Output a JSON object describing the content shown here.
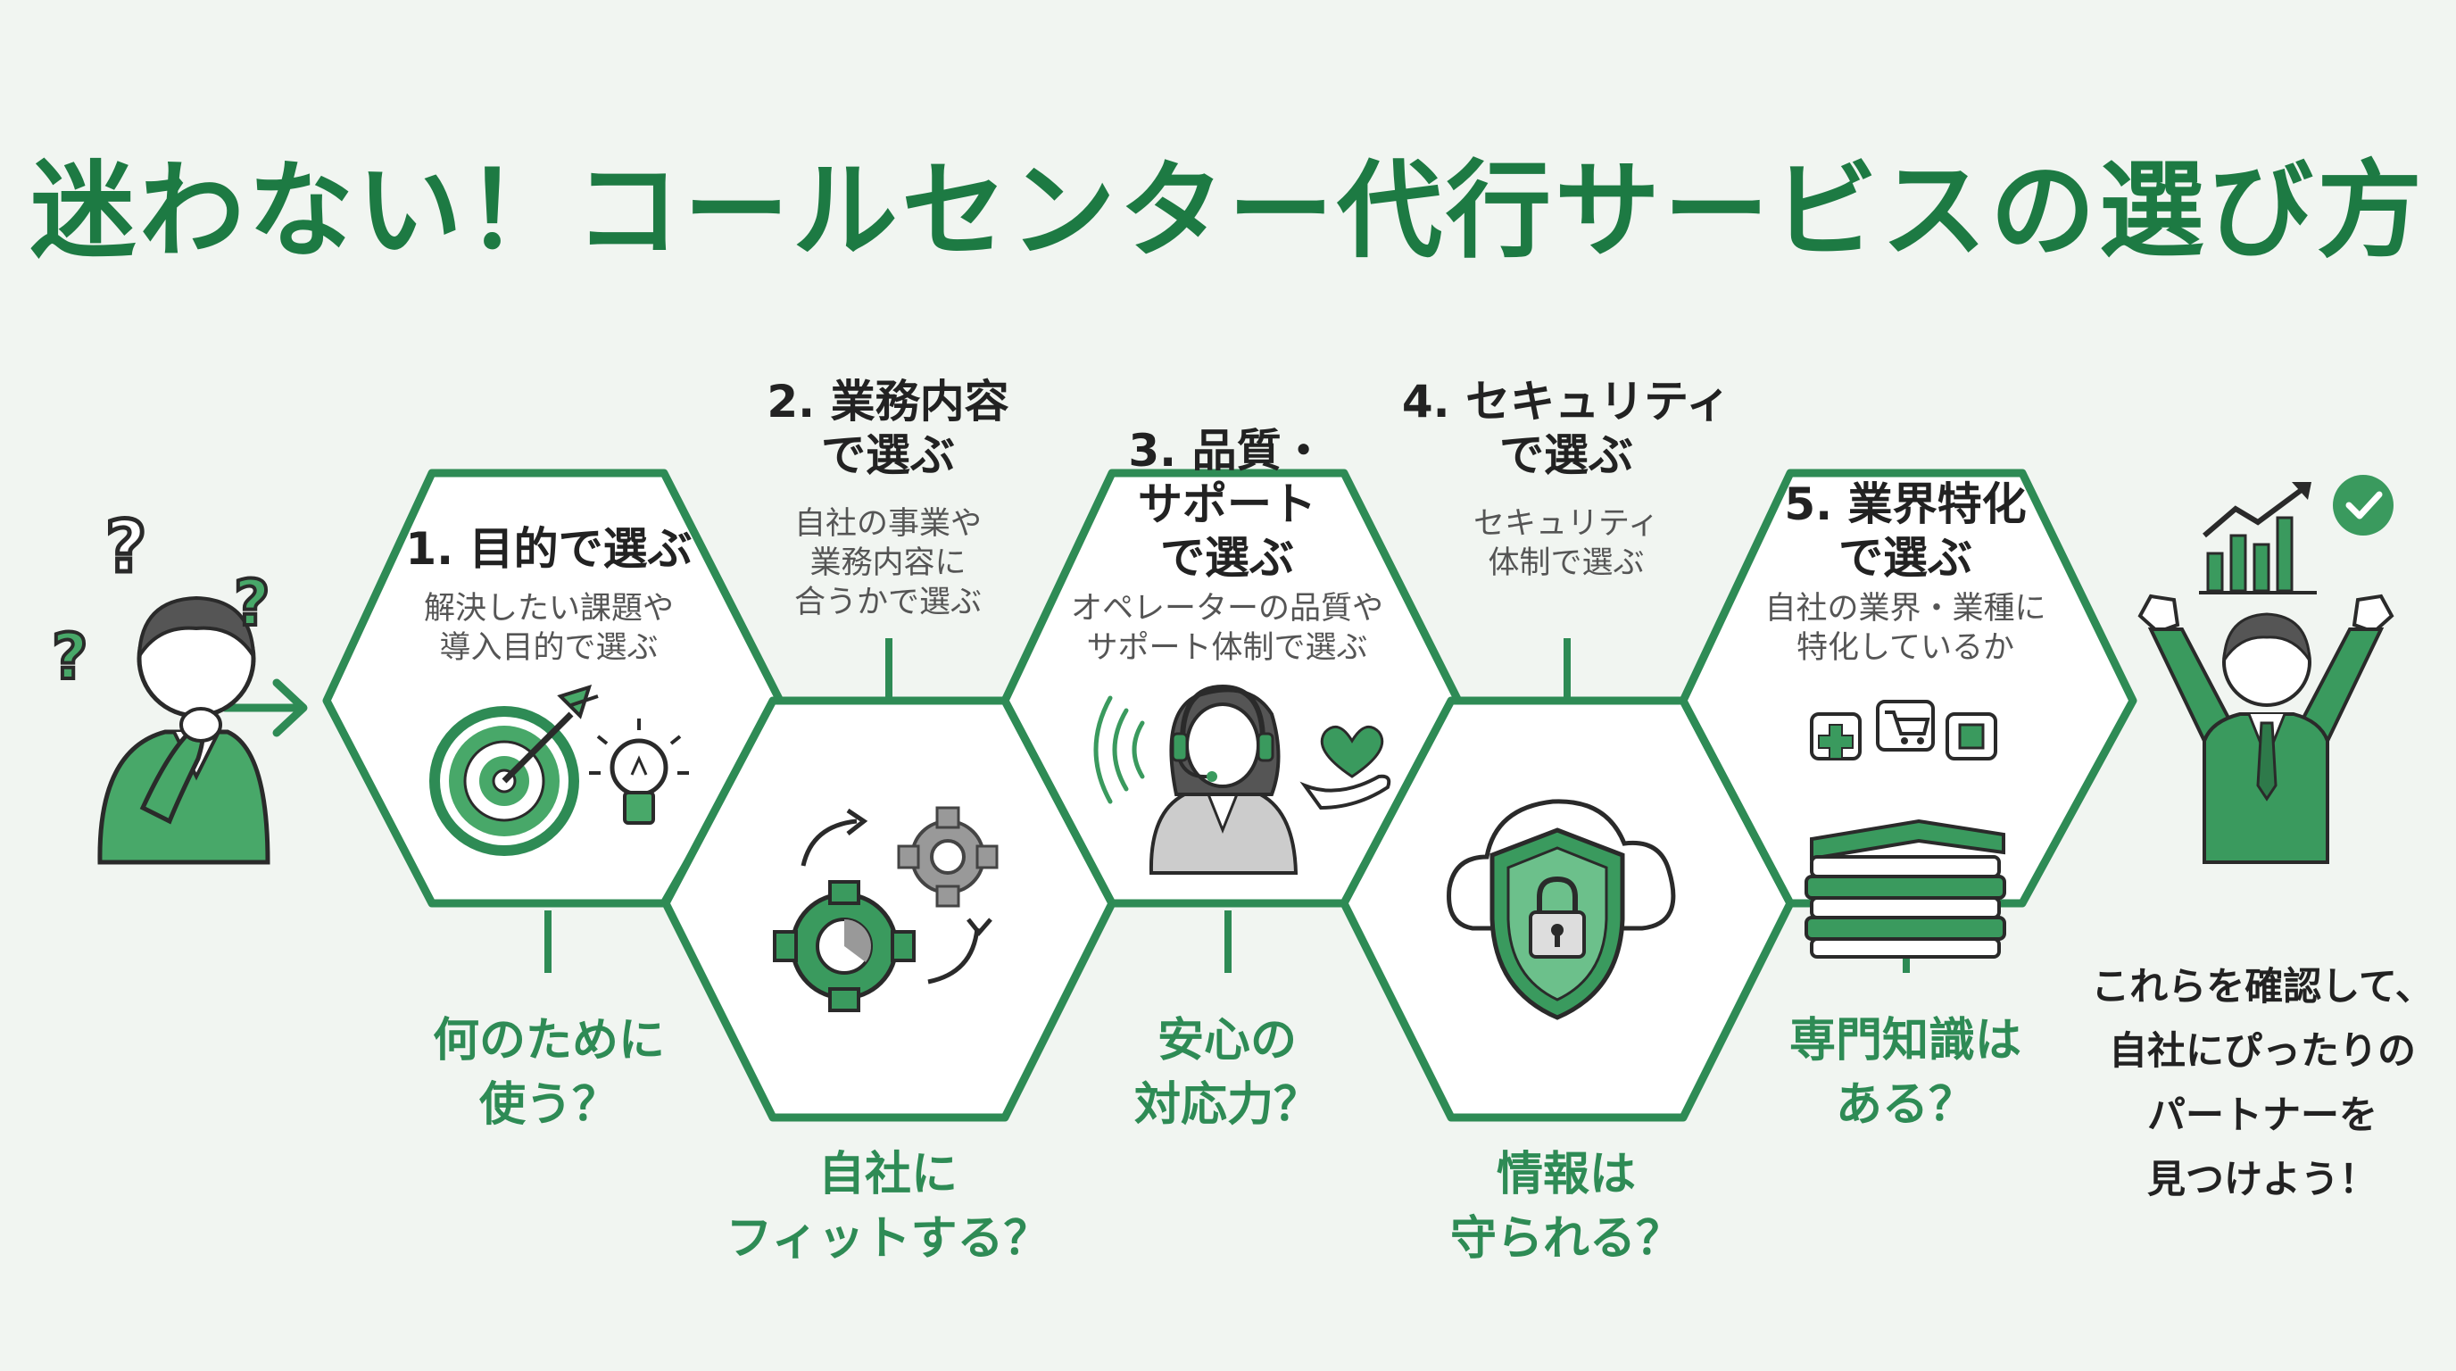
{
  "title": "迷わない！コールセンター代行サービスの選び方",
  "colors": {
    "accent": "#2e8b55",
    "title": "#1d7a43",
    "background": "#f1f5f1"
  },
  "steps": [
    {
      "title": [
        "1. 目的で選ぶ"
      ],
      "desc": [
        "解決したい課題や",
        "導入目的で選ぶ"
      ],
      "question": [
        "何のために",
        "使う？"
      ],
      "icon": "target-lightbulb-icon"
    },
    {
      "title": [
        "2. 業務内容",
        "で選ぶ"
      ],
      "desc": [
        "自社の事業や",
        "業務内容に",
        "合うかで選ぶ"
      ],
      "question": [
        "自社に",
        "フィットする？"
      ],
      "icon": "gears-icon"
    },
    {
      "title": [
        "3. 品質・",
        "サポート",
        "で選ぶ"
      ],
      "desc": [
        "オペレーターの品質や",
        "サポート体制で選ぶ"
      ],
      "question": [
        "安心の",
        "対応力？"
      ],
      "icon": "operator-heart-icon"
    },
    {
      "title": [
        "4. セキュリティ",
        "で選ぶ"
      ],
      "desc": [
        "セキュリティ",
        "体制で選ぶ"
      ],
      "question": [
        "情報は",
        "守られる？"
      ],
      "icon": "cloud-shield-lock-icon"
    },
    {
      "title": [
        "5. 業界特化",
        "で選ぶ"
      ],
      "desc": [
        "自社の業界・業種に",
        "特化しているか"
      ],
      "question": [
        "専門知識は",
        "ある？"
      ],
      "icon": "books-industry-icon"
    }
  ],
  "final": [
    "これらを確認して、",
    "自社にぴったりの",
    "パートナーを",
    "見つけよう！"
  ],
  "figures": {
    "start": "confused-person-icon",
    "end": "celebrating-businessman-icon",
    "chart": "growth-chart-check-icon"
  }
}
